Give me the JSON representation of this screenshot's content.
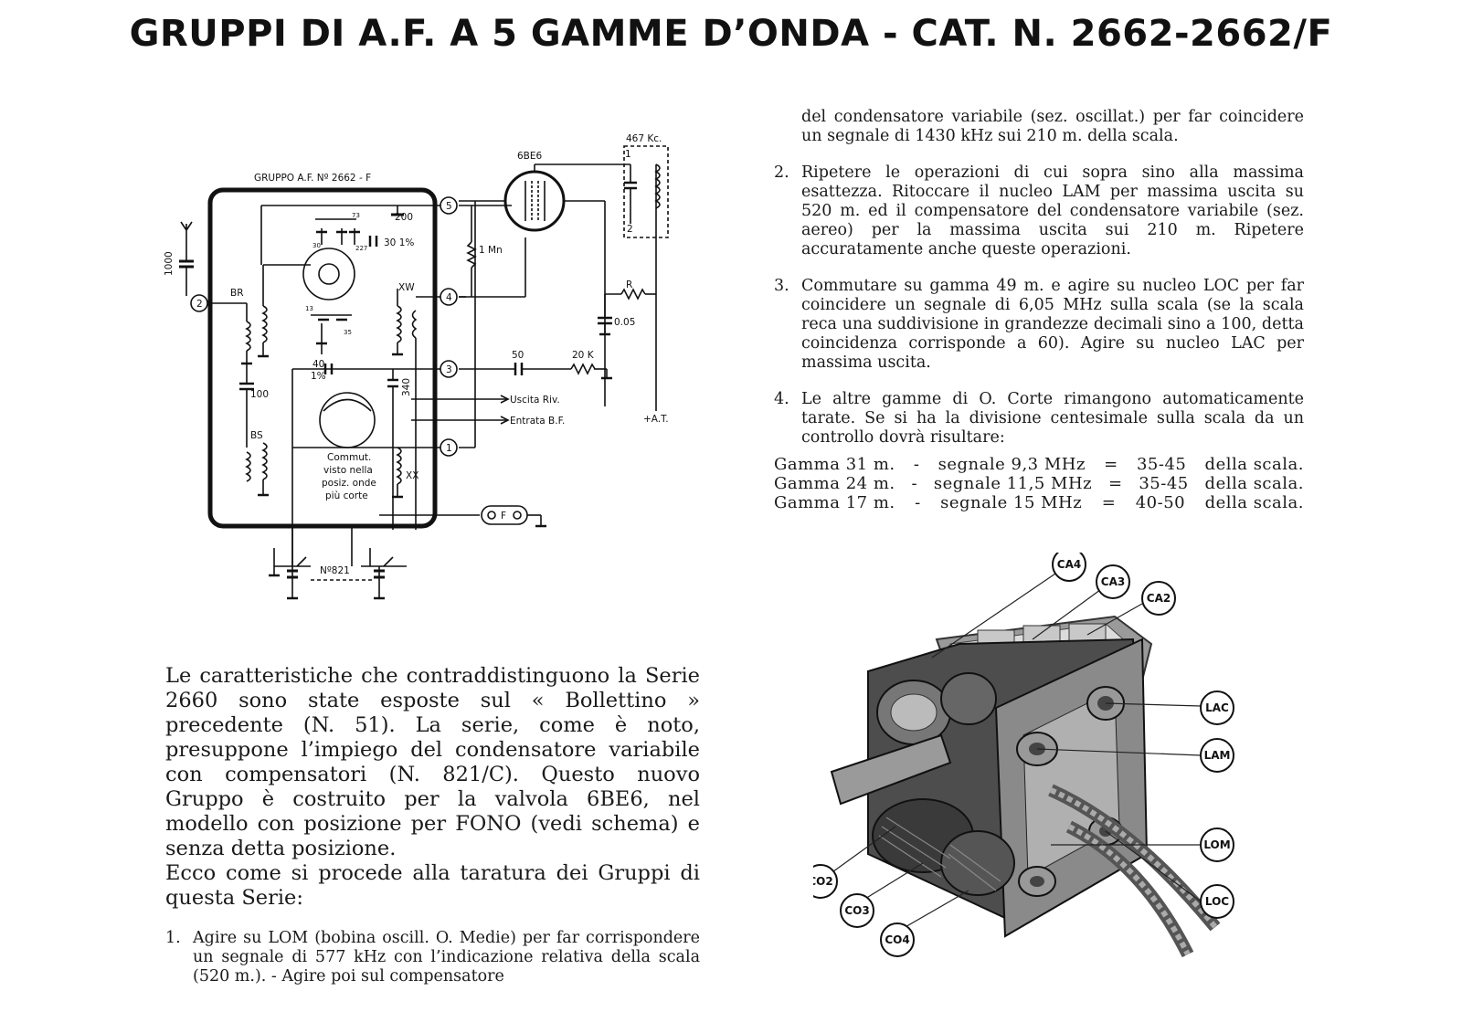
{
  "title": "GRUPPI DI A.F. A 5 GAMME D’ONDA - CAT. N. 2662-2662/F",
  "schematic": {
    "group_label": "GRUPPO A.F. Nº 2662 - F",
    "tube": "6BE6",
    "if_freq": "467 Kc.",
    "if_pin1": "1",
    "if_pin2": "2",
    "antenna_cap": "1000",
    "cap_200": "200",
    "cap_30_1": "30 1%",
    "resistor_1m": "1 Mn",
    "resistor_r": "R",
    "cap_005": "0.05",
    "cap_50": "50",
    "resistor_20k": "20 K",
    "cap_40": "40",
    "pct_1": "1%",
    "cap_100": "100",
    "cap_340": "340",
    "coil_br": "BR",
    "coil_bs": "BS",
    "coil_xw": "XW",
    "coil_xx": "XX",
    "out_riv": "Uscita Riv.",
    "in_bf": "Entrata B.F.",
    "at": "+A.T.",
    "fono": "F",
    "var_cap": "Nº821",
    "sw_note": [
      "Commut.",
      "visto nella",
      "posiz. onde",
      "più corte"
    ],
    "term_1": "1",
    "term_2": "2",
    "term_3": "3",
    "term_4": "4",
    "term_5": "5",
    "small_30": "30",
    "small_73": "73",
    "small_227": "227",
    "small_13": "13",
    "small_35": "35"
  },
  "right": {
    "intro_cont": "del condensatore variabile (sez. oscillat.) per far coincidere un segnale di 1430 kHz sui 210 m. della scala.",
    "items": [
      {
        "num": "2.",
        "text": "Ripetere le operazioni di cui sopra sino alla massima esattezza. Ritoccare il nucleo LAM per massima uscita su 520 m. ed il compensatore del condensatore variabile (sez. aereo) per la massima uscita sui 210 m. Ripetere accuratamente anche queste operazioni."
      },
      {
        "num": "3.",
        "text": "Commutare su gamma 49 m. e agire su nucleo LOC per far coincidere un segnale di 6,05 MHz sulla scala (se la scala reca una suddivisione in grandezze decimali sino a 100, detta coincidenza corrisponde a 60). Agire su nucleo LAC per massima uscita."
      },
      {
        "num": "4.",
        "text": "Le altre gamme di O. Corte rimangono automaticamente tarate. Se si ha la divisione centesimale sulla scala da un controllo dovrà risultare:"
      }
    ],
    "gammas": [
      {
        "band": "Gamma 31 m.",
        "dash": "-",
        "signal": "segnale 9,3 MHz",
        "eq": "=",
        "range": "35-45",
        "tail": "della scala."
      },
      {
        "band": "Gamma 24 m.",
        "dash": "-",
        "signal": "segnale 11,5 MHz",
        "eq": "=",
        "range": "35-45",
        "tail": "della scala."
      },
      {
        "band": "Gamma 17 m.",
        "dash": "-",
        "signal": "segnale 15 MHz",
        "eq": "=",
        "range": "40-50",
        "tail": "della scala."
      }
    ]
  },
  "left": {
    "para1": "Le caratteristiche che contraddistinguono la Serie 2660 sono state esposte sul « Bollettino » precedente (N. 51). La serie, come è noto, presuppone l’impiego del condensatore variabile con compensatori (N. 821/C). Questo nuovo Gruppo è costruito per la valvola 6BE6, nel modello con posizione per FONO (vedi schema) e senza detta posizione.",
    "para2": "Ecco come si procede alla taratura dei Gruppi di questa Serie:",
    "step1_num": "1.",
    "step1": "Agire su LOM (bobina oscill. O. Medie) per far corrispondere un segnale di 577 kHz con l’indicazione relativa della scala (520 m.). - Agire poi sul compensatore"
  },
  "photo_labels": {
    "ca4": "CA4",
    "ca3": "CA3",
    "ca2": "CA2",
    "lac": "LAC",
    "lam": "LAM",
    "lom": "LOM",
    "loc": "LOC",
    "co2": "CO2",
    "co3": "CO3",
    "co4": "CO4"
  }
}
